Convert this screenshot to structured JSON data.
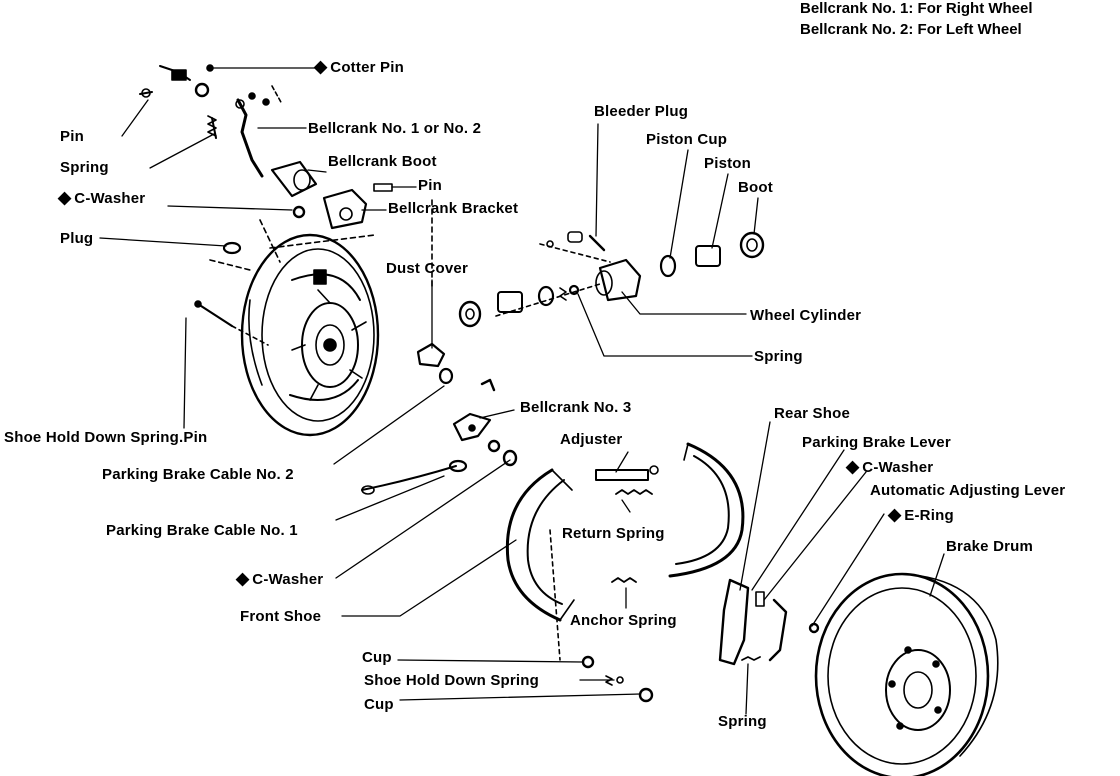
{
  "notes": {
    "line1": "Bellcrank No. 1:  For Right Wheel",
    "line2": "Bellcrank No. 2:  For Left Wheel"
  },
  "diamond_symbol": "◆",
  "labels": {
    "cotter_pin": "Cotter Pin",
    "pin_left": "Pin",
    "spring_top": "Spring",
    "bellcrank_1_or_2": "Bellcrank No. 1 or No. 2",
    "bellcrank_boot": "Bellcrank Boot",
    "pin_bracket": "Pin",
    "c_washer_top": "C-Washer",
    "bellcrank_bracket": "Bellcrank Bracket",
    "plug": "Plug",
    "bleeder_plug": "Bleeder Plug",
    "piston_cup": "Piston Cup",
    "piston": "Piston",
    "boot": "Boot",
    "dust_cover": "Dust Cover",
    "wheel_cylinder": "Wheel Cylinder",
    "spring_cylinder": "Spring",
    "shoe_hold_down_spring_pin": "Shoe Hold Down Spring.Pin",
    "bellcrank_no_3": "Bellcrank No. 3",
    "rear_shoe": "Rear Shoe",
    "parking_brake_lever": "Parking Brake Lever",
    "parking_brake_cable_2": "Parking Brake Cable No. 2",
    "adjuster": "Adjuster",
    "c_washer_right": "C-Washer",
    "automatic_adjusting_lever": "Automatic Adjusting Lever",
    "parking_brake_cable_1": "Parking Brake Cable No. 1",
    "return_spring": "Return Spring",
    "e_ring": "E-Ring",
    "brake_drum": "Brake Drum",
    "c_washer_bottom": "C-Washer",
    "front_shoe": "Front Shoe",
    "anchor_spring": "Anchor Spring",
    "cup_top": "Cup",
    "shoe_hold_down_spring": "Shoe Hold Down Spring",
    "cup_bottom": "Cup",
    "spring_bottom": "Spring"
  }
}
